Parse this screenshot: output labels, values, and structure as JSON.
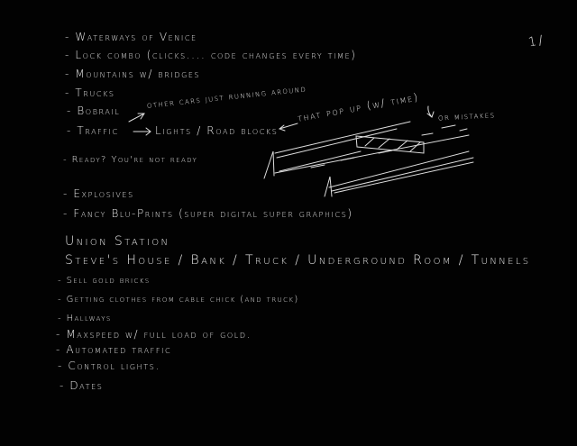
{
  "page_number": "1/",
  "notes": [
    "- Waterways of Venice",
    "- Lock combo (clicks.... code changes every time)",
    "- Mountains w/ bridges",
    "- Trucks",
    "- Bobrail",
    "- Traffic",
    "- Ready? You're not ready",
    "- Explosives",
    "- Fancy Blu-Prints (super digital super graphics)",
    "Union Station",
    "Steve's House / Bank / Truck / Underground Room / Tunnels",
    "- Sell gold bricks",
    "- Getting clothes from cable chick (and truck)",
    "- Hallways",
    "- Maxspeed w/ full load of gold.",
    "- Automated traffic",
    "- Control lights.",
    "- Dates"
  ],
  "traffic_annotations": {
    "other_cars": "other cars just running around",
    "lights": "Lights / Road blocks",
    "pop_up": "that pop up (w/ time)",
    "mistakes": "or mistakes"
  }
}
